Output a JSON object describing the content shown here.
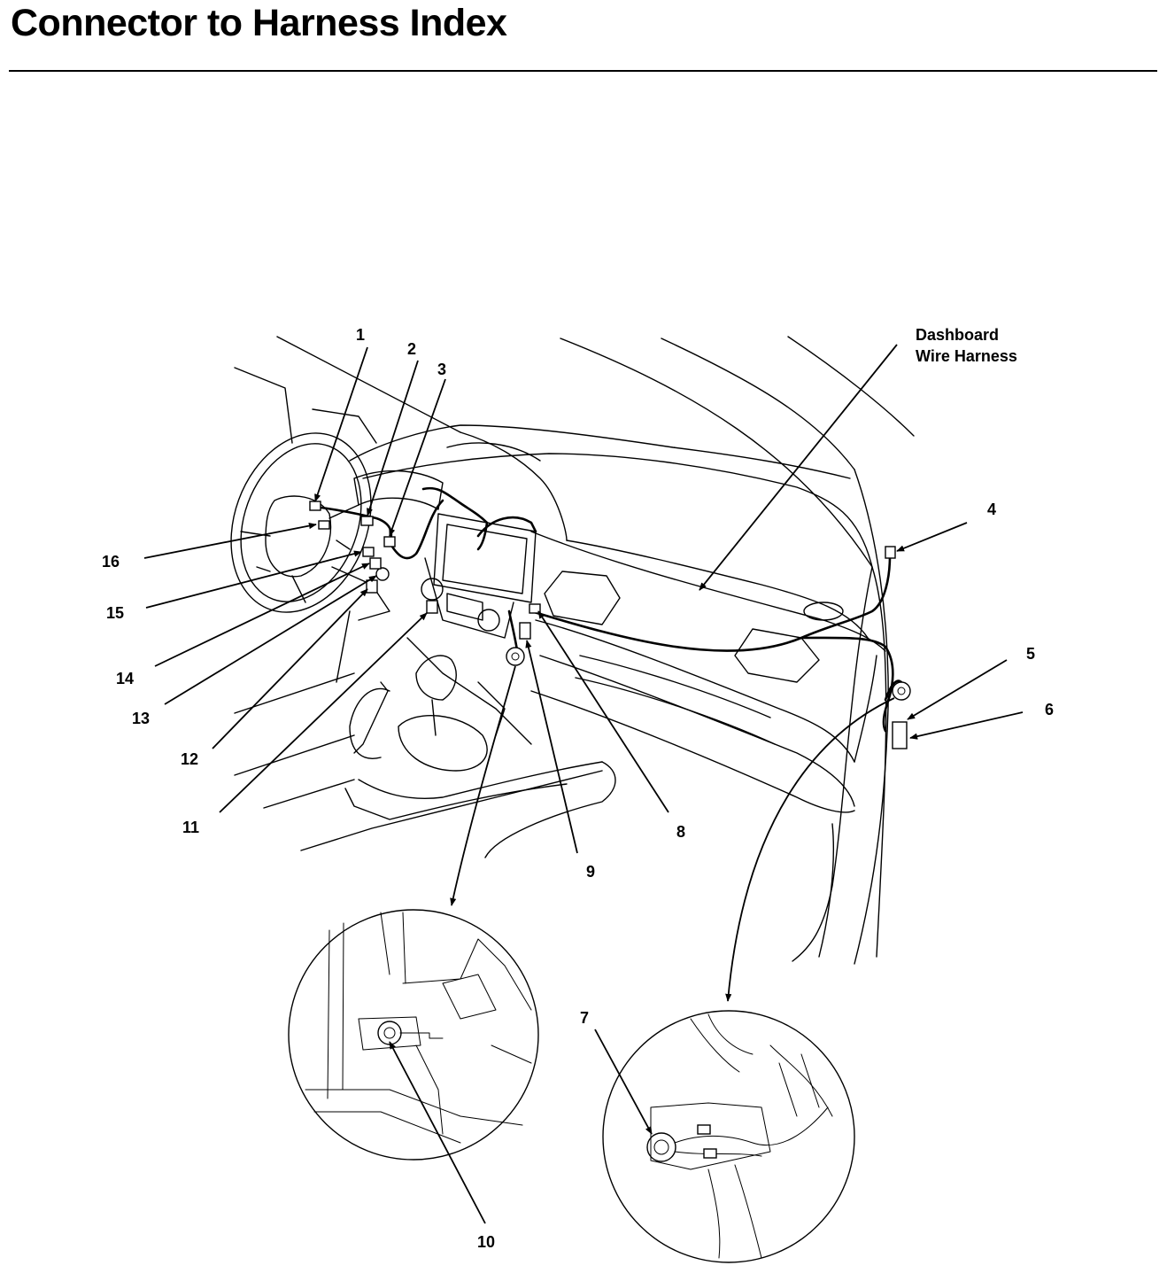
{
  "title": "Connector to Harness Index",
  "harness_label": {
    "line1": "Dashboard",
    "line2": "Wire Harness"
  },
  "callouts": {
    "c1": "1",
    "c2": "2",
    "c3": "3",
    "c4": "4",
    "c5": "5",
    "c6": "6",
    "c7": "7",
    "c8": "8",
    "c9": "9",
    "c10": "10",
    "c11": "11",
    "c12": "12",
    "c13": "13",
    "c14": "14",
    "c15": "15",
    "c16": "16"
  }
}
